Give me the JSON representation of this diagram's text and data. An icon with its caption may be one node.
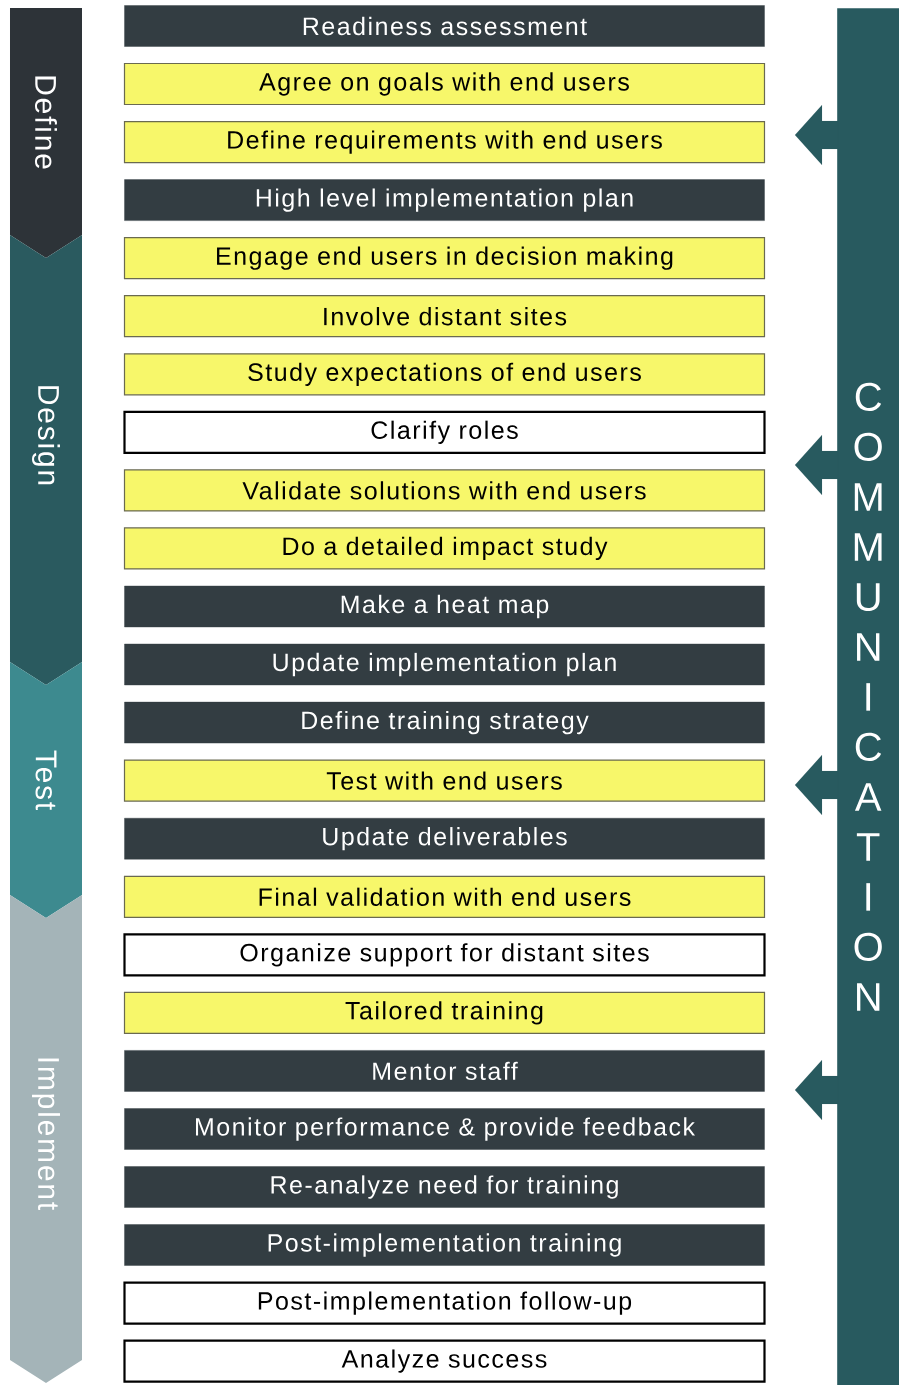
{
  "diagram": {
    "nodes": [
      {
        "text": [
          "Define"
        ]
      },
      {
        "text": [
          "Design"
        ]
      },
      {
        "text": [
          "Test"
        ]
      },
      {
        "text": [
          "Implement"
        ]
      },
      {
        "text": [
          "Readiness assessment"
        ]
      },
      {
        "text": [
          "Agree on goals with end users"
        ]
      },
      {
        "text": [
          "Define requirements with end users"
        ]
      },
      {
        "text": [
          "High level implementation plan"
        ]
      },
      {
        "text": [
          "Engage end users in decision making"
        ]
      },
      {
        "text": [
          "Involve distant sites"
        ]
      },
      {
        "text": [
          "Study expectations of end users"
        ]
      },
      {
        "text": [
          "Clarify roles"
        ]
      },
      {
        "text": [
          "Validate solutions with end users"
        ]
      },
      {
        "text": [
          "Do a detailed impact study"
        ]
      },
      {
        "text": [
          "Make a heat map"
        ]
      },
      {
        "text": [
          "Update implementation plan"
        ]
      },
      {
        "text": [
          "Define training strategy"
        ]
      },
      {
        "text": [
          "Test with end users"
        ]
      },
      {
        "text": [
          "Update deliverables"
        ]
      },
      {
        "text": [
          "Final validation with end users"
        ]
      },
      {
        "text": [
          "Organize support for distant sites"
        ]
      },
      {
        "text": [
          "Tailored training"
        ]
      },
      {
        "text": [
          "Mentor staff"
        ]
      },
      {
        "text": [
          "Monitor performance & provide feedback"
        ]
      },
      {
        "text": [
          "Re-analyze need for training"
        ]
      },
      {
        "text": [
          "Post-implementation training"
        ]
      },
      {
        "text": [
          "Post-implementation follow-up"
        ]
      },
      {
        "text": [
          "Analyze success"
        ]
      },
      {
        "text": [
          "COMMUNICATION"
        ]
      }
    ],
    "edges": [
      {
        "from": 28,
        "to": null,
        "arrow": "to"
      },
      {
        "from": 28,
        "to": null,
        "arrow": "to"
      },
      {
        "from": 28,
        "to": null,
        "arrow": "to"
      },
      {
        "from": 28,
        "to": null,
        "arrow": "to"
      }
    ]
  }
}
